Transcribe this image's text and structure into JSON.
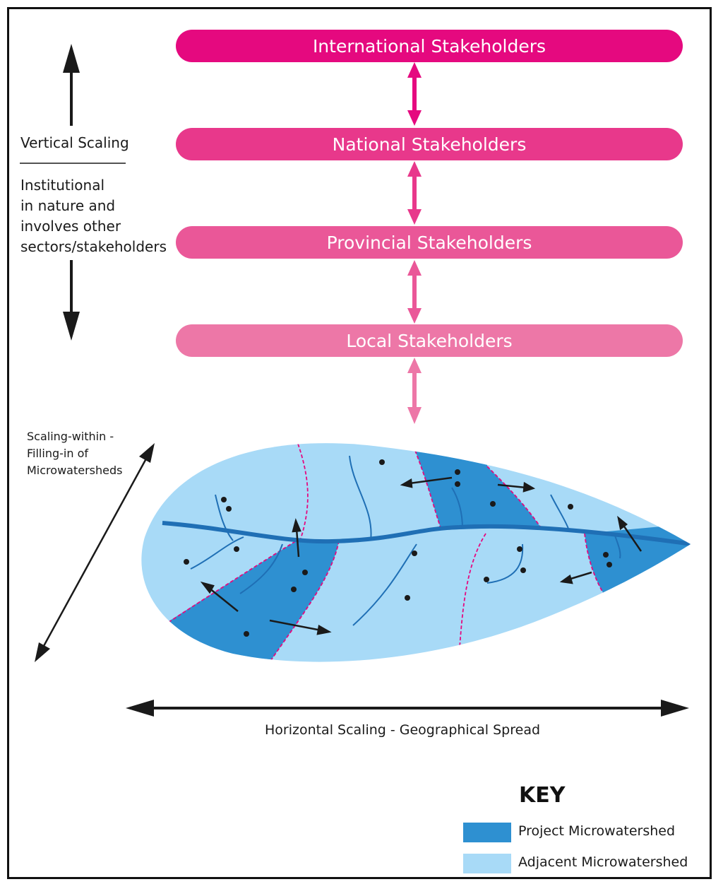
{
  "stakeholders": [
    {
      "label": "International Stakeholders",
      "color": "#e5097f"
    },
    {
      "label": "National Stakeholders",
      "color": "#e8388b"
    },
    {
      "label": "Provincial Stakeholders",
      "color": "#ea5798"
    },
    {
      "label": "Local Stakeholders",
      "color": "#ed77a7"
    }
  ],
  "vertical": {
    "title": "Vertical Scaling",
    "description": [
      "Institutional",
      "in nature and",
      "involves other",
      "sectors/stakeholders"
    ]
  },
  "within": {
    "lines": [
      "Scaling-within -",
      "Filling-in of",
      "Microwatersheds"
    ]
  },
  "horizontal": {
    "label": "Horizontal Scaling - Geographical Spread"
  },
  "key": {
    "title": "KEY",
    "items": [
      {
        "label": "Project Microwatershed",
        "color": "#2e90d1"
      },
      {
        "label": "Adjacent Microwatershed",
        "color": "#a8daf7"
      }
    ]
  },
  "colors": {
    "river": "#1f6fb5",
    "boundary": "#e5097f",
    "arrow": "#1a1a1a"
  }
}
